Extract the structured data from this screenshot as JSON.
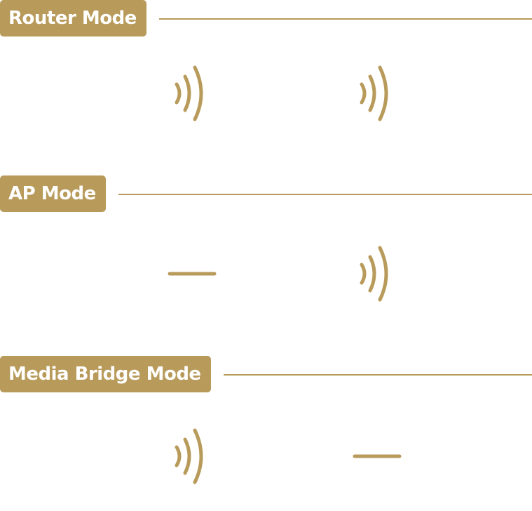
{
  "colors": {
    "accent": "#b89a5a",
    "text_on_accent": "#ffffff",
    "background": "#ffffff"
  },
  "modes": [
    {
      "label": "Router Mode",
      "indicators": [
        {
          "icon": "wifi-signal-icon"
        },
        {
          "icon": "wifi-signal-icon"
        }
      ]
    },
    {
      "label": "AP Mode",
      "indicators": [
        {
          "icon": "dash-icon"
        },
        {
          "icon": "wifi-signal-icon"
        }
      ]
    },
    {
      "label": "Media Bridge Mode",
      "indicators": [
        {
          "icon": "wifi-signal-icon"
        },
        {
          "icon": "dash-icon"
        }
      ]
    }
  ]
}
